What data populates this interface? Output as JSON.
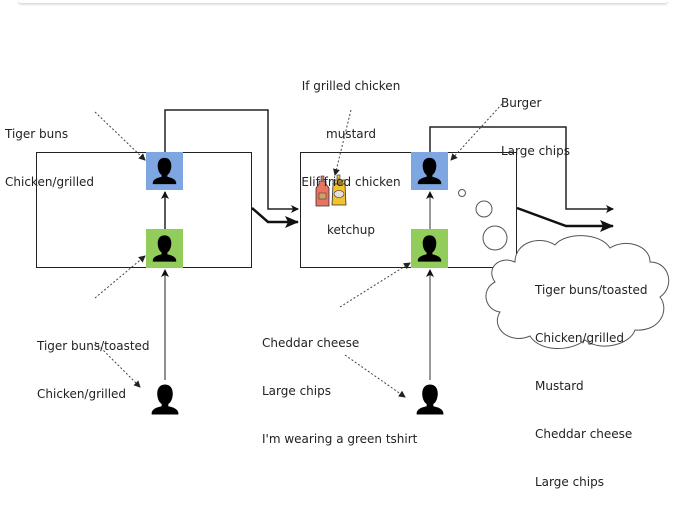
{
  "diagram": {
    "annotations": {
      "left_top": [
        "Tiger buns",
        "Chicken/grilled"
      ],
      "left_bottom": [
        "Tiger buns/toasted",
        "Chicken/grilled"
      ],
      "condiment_note": [
        "If grilled chicken",
        "mustard",
        "Elif fried chicken",
        "ketchup"
      ],
      "right_top": [
        "Burger",
        "Large chips"
      ],
      "right_bottom": [
        "Cheddar cheese",
        "Large chips",
        "I'm wearing a green tshirt"
      ],
      "thought_cloud": [
        "Tiger buns/toasted",
        "Chicken/grilled",
        "Mustard",
        "Cheddar cheese",
        "Large chips"
      ]
    },
    "colors": {
      "server_box": "#7ea6e0",
      "customer_box": "#92cc5a",
      "ketchup": "#e8735f",
      "mustard": "#f2c12e",
      "line": "#222222"
    },
    "icons": {
      "person": "person-silhouette-icon",
      "ketchup": "ketchup-bottle-icon",
      "mustard": "mustard-bottle-icon"
    }
  }
}
